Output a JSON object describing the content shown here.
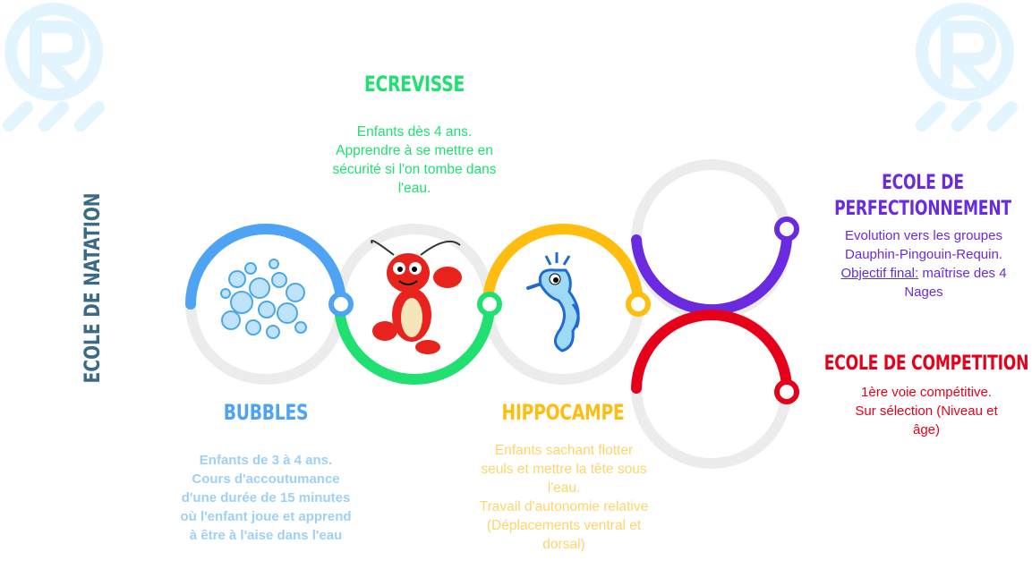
{
  "colors": {
    "bubbles": "#4ea3f5",
    "ecrevisse": "#1fe070",
    "hippocampe": "#ffbe0f",
    "perfectionnement": "#6a2be0",
    "competition": "#e6001a",
    "ring_gray": "#ececec",
    "side_title": "#3b6a86"
  },
  "side_title": "ECOLE DE NATATION",
  "ecrevisse": {
    "title": "ECREVISSE",
    "lines": [
      "Enfants dès 4 ans.",
      "Apprendre à se mettre en",
      "sécurité si l'on tombe dans",
      "l'eau."
    ]
  },
  "bubbles": {
    "title": "BUBBLES",
    "lines": [
      "Enfants de 3 à 4 ans.",
      "Cours d'accoutumance",
      "d'une durée de 15 minutes",
      "où l'enfant joue et apprend",
      "à être à l'aise dans l'eau"
    ]
  },
  "hippocampe": {
    "title": "HIPPOCAMPE",
    "lines": [
      "Enfants sachant flotter",
      "seuls et mettre la tête sous",
      "l'eau.",
      "Travail d'autonomie relative",
      "(Déplacements ventral et",
      "dorsal)"
    ]
  },
  "perfectionnement": {
    "title_line1": "ECOLE DE",
    "title_line2": "PERFECTIONNEMENT",
    "line1": "Evolution vers les groupes",
    "line2": "Dauphin-Pingouin-Requin.",
    "objective_label": "Objectif final:",
    "objective_text": " maîtrise des 4",
    "line4": "Nages"
  },
  "competition": {
    "title": "ECOLE DE COMPETITION",
    "lines": [
      "1ère voie compétitive.",
      "Sur sélection (Niveau et",
      "âge)"
    ]
  }
}
